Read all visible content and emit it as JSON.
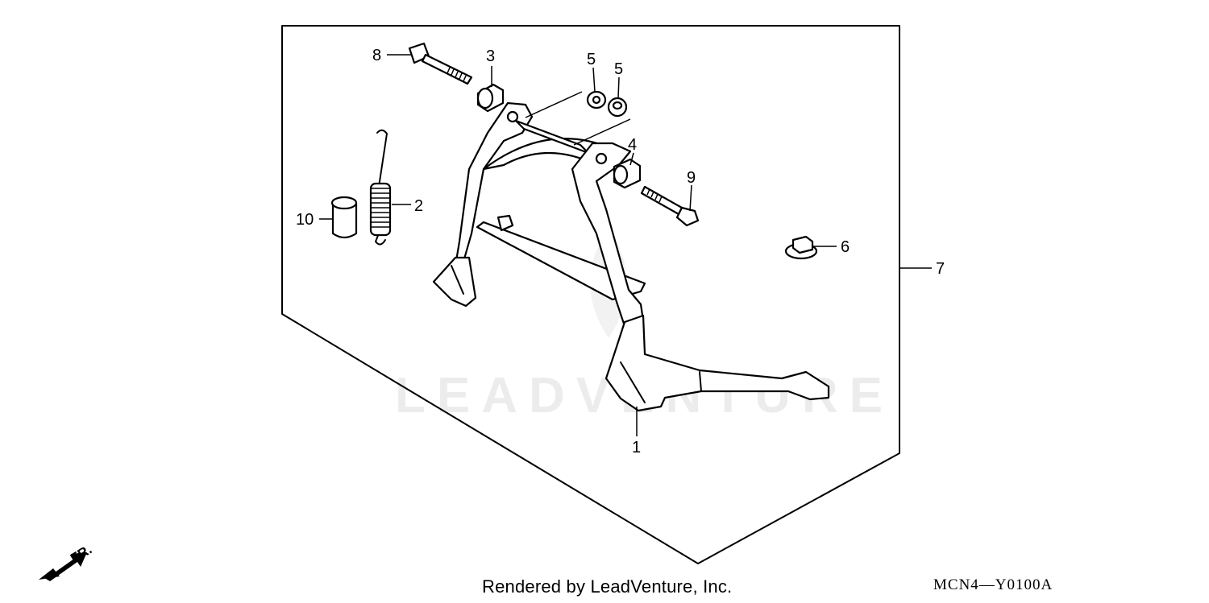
{
  "diagram": {
    "callouts": {
      "p1": "1",
      "p2": "2",
      "p3": "3",
      "p4": "4",
      "p5a": "5",
      "p5b": "5",
      "p6": "6",
      "p7": "7",
      "p8": "8",
      "p9": "9",
      "p10": "10"
    },
    "direction_label": "FR.",
    "watermark": "LEADVENTURE"
  },
  "footer": {
    "rendered_by": "Rendered by LeadVenture, Inc.",
    "diagram_code": "MCN4—Y0100A"
  }
}
